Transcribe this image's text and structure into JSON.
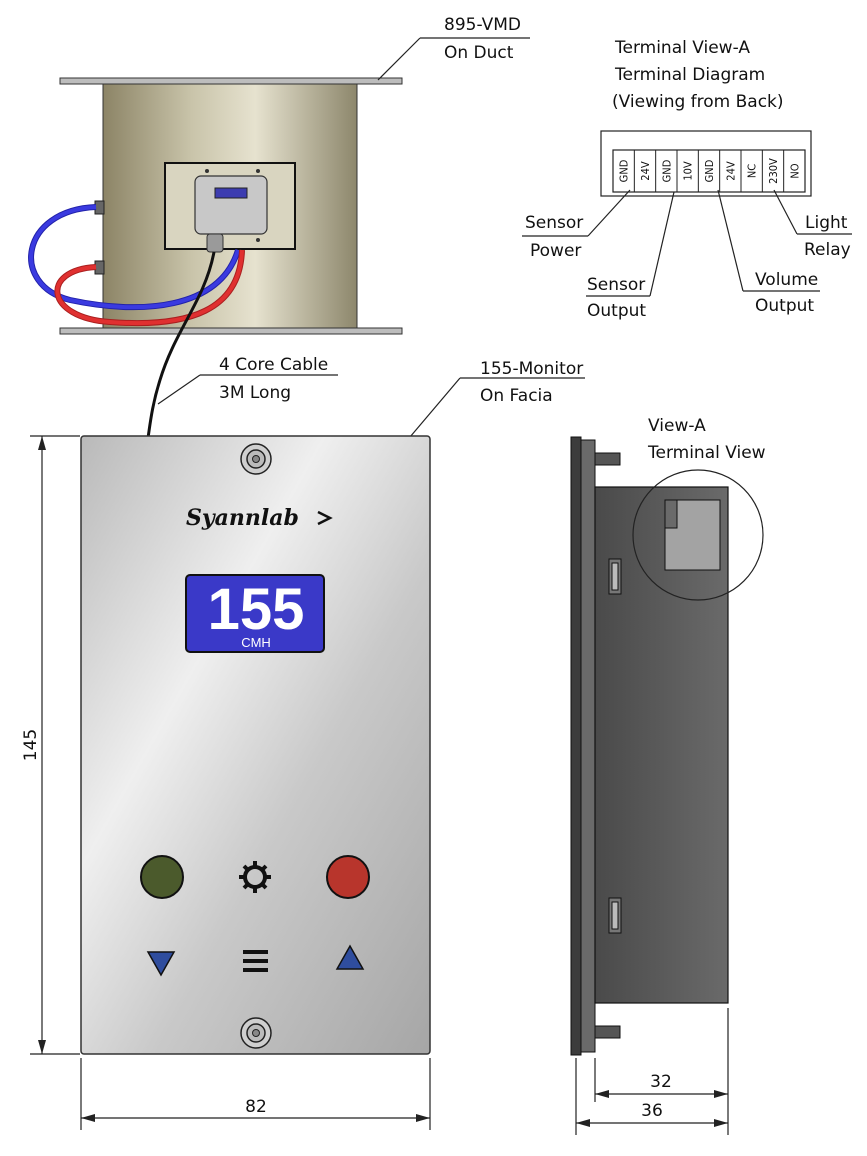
{
  "labels": {
    "vmd_line1": "895-VMD",
    "vmd_line2": "On Duct",
    "terminal_line1": "Terminal View-A",
    "terminal_line2": "Terminal Diagram",
    "terminal_line3": "(Viewing from Back)",
    "sensor_power_1": "Sensor",
    "sensor_power_2": "Power",
    "sensor_output_1": "Sensor",
    "sensor_output_2": "Output",
    "volume_output_1": "Volume",
    "volume_output_2": "Output",
    "light_relay_1": "Light",
    "relay_2": "Relay",
    "cable_1": "4 Core Cable",
    "cable_2": "3M Long",
    "monitor_1": "155-Monitor",
    "monitor_2": "On Facia",
    "view_a_1": "View-A",
    "view_a_2": "Terminal View"
  },
  "terminals": [
    "GND",
    "24V",
    "GND",
    "10V",
    "GND",
    "24V",
    "NC",
    "230V",
    "NO"
  ],
  "display": {
    "value": "155",
    "unit": "CMH",
    "bg_color": "#3a39c8"
  },
  "brand": "Syannlab",
  "dimensions": {
    "height": "145",
    "width": "82",
    "depth_inner": "32",
    "depth_outer": "36"
  },
  "colors": {
    "green_button": "#4b5a2c",
    "red_button": "#b8352c",
    "arrow_blue": "#2f4d9e",
    "tube_blue": "#3a3ae0",
    "tube_red": "#e03030"
  }
}
